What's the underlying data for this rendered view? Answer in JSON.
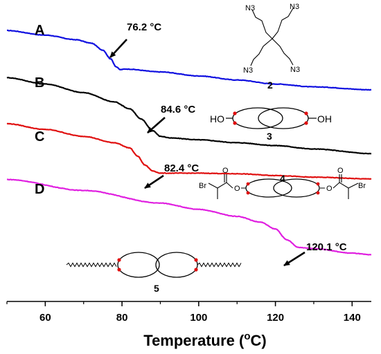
{
  "chart_data": {
    "type": "line",
    "title": "",
    "xlabel": "Temperature (",
    "xlabel_unit": "o",
    "xlabel_unit_tail": "C)",
    "ylabel": "",
    "xlim": [
      50,
      145
    ],
    "ylim": [
      0,
      100
    ],
    "x_ticks": [
      60,
      80,
      100,
      120,
      140
    ],
    "x_tick_labels": [
      "60",
      "80",
      "100",
      "120",
      "140"
    ],
    "series": [
      {
        "name": "A",
        "color": "#1010e0",
        "points": [
          [
            50,
            94.2
          ],
          [
            60,
            92.6
          ],
          [
            68,
            91.0
          ],
          [
            72,
            89.8
          ],
          [
            75,
            87.4
          ],
          [
            77,
            84.4
          ],
          [
            78.5,
            81.6
          ],
          [
            79.5,
            80.6
          ],
          [
            81,
            80.8
          ],
          [
            90,
            79.8
          ],
          [
            100,
            78.4
          ],
          [
            110,
            77.0
          ],
          [
            120,
            75.6
          ],
          [
            130,
            74.6
          ],
          [
            145,
            73.6
          ]
        ]
      },
      {
        "name": "B",
        "color": "#000000",
        "points": [
          [
            50,
            77.8
          ],
          [
            60,
            75.6
          ],
          [
            70,
            72.6
          ],
          [
            78,
            69.4
          ],
          [
            82,
            67.0
          ],
          [
            85,
            63.4
          ],
          [
            88,
            59.4
          ],
          [
            90,
            57.4
          ],
          [
            93,
            56.8
          ],
          [
            100,
            56.2
          ],
          [
            110,
            55.2
          ],
          [
            120,
            54.2
          ],
          [
            130,
            53.0
          ],
          [
            145,
            51.4
          ]
        ]
      },
      {
        "name": "C",
        "color": "#e01010",
        "points": [
          [
            50,
            61.8
          ],
          [
            60,
            59.8
          ],
          [
            70,
            57.4
          ],
          [
            78,
            55.2
          ],
          [
            82,
            53.4
          ],
          [
            84,
            50.6
          ],
          [
            86,
            47.4
          ],
          [
            88,
            45.4
          ],
          [
            90,
            44.6
          ],
          [
            100,
            44.6
          ],
          [
            110,
            44.4
          ],
          [
            120,
            43.8
          ],
          [
            130,
            43.2
          ],
          [
            145,
            42.6
          ]
        ]
      },
      {
        "name": "D",
        "color": "#e020e0",
        "points": [
          [
            50,
            42.4
          ],
          [
            70,
            38.6
          ],
          [
            90,
            34.2
          ],
          [
            100,
            32.0
          ],
          [
            110,
            29.6
          ],
          [
            116,
            27.6
          ],
          [
            120,
            25.2
          ],
          [
            123,
            21.4
          ],
          [
            126,
            18.8
          ],
          [
            130,
            18.4
          ],
          [
            140,
            16.8
          ],
          [
            145,
            16.2
          ]
        ]
      }
    ],
    "annotations": [
      {
        "text": "76.2 °C",
        "series": "A"
      },
      {
        "text": "84.6 °C",
        "series": "B"
      },
      {
        "text": "82.4 °C",
        "series": "C"
      },
      {
        "text": "120.1 °C",
        "series": "D"
      }
    ],
    "structures": {
      "compound_2": {
        "label": "2",
        "groups": [
          "N3",
          "N3",
          "N3",
          "N3"
        ]
      },
      "compound_3": {
        "label": "3",
        "left": "HO",
        "right": "OH"
      },
      "compound_4": {
        "label": "4",
        "groups": [
          "Br",
          "O",
          "O",
          "O",
          "O",
          "Br"
        ]
      },
      "compound_5": {
        "label": "5"
      }
    },
    "grid": false,
    "legend": "none"
  }
}
